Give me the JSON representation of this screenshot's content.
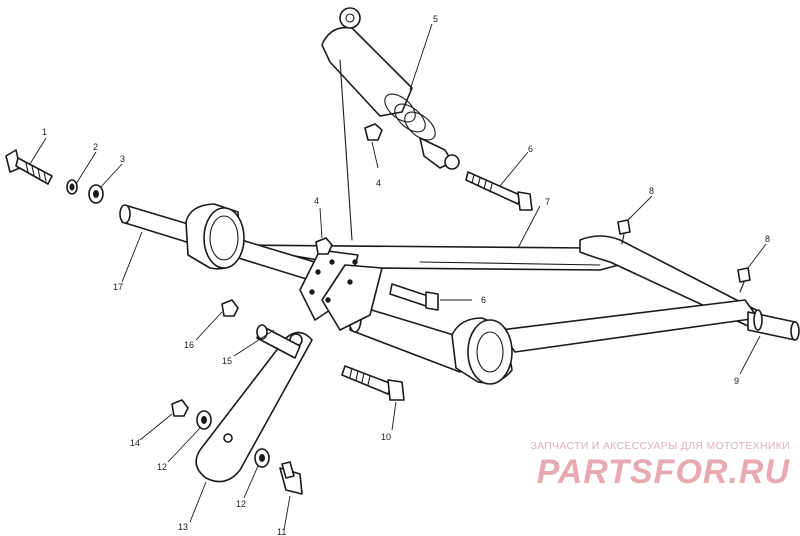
{
  "diagram": {
    "callouts": [
      {
        "id": "c1",
        "text": "1"
      },
      {
        "id": "c2",
        "text": "2"
      },
      {
        "id": "c3",
        "text": "3"
      },
      {
        "id": "c4a",
        "text": "4"
      },
      {
        "id": "c4b",
        "text": "4"
      },
      {
        "id": "c5",
        "text": "5"
      },
      {
        "id": "c6a",
        "text": "6"
      },
      {
        "id": "c6b",
        "text": "6"
      },
      {
        "id": "c7",
        "text": "7"
      },
      {
        "id": "c8a",
        "text": "8"
      },
      {
        "id": "c8b",
        "text": "8"
      },
      {
        "id": "c9",
        "text": "9"
      },
      {
        "id": "c10",
        "text": "10"
      },
      {
        "id": "c11",
        "text": "11"
      },
      {
        "id": "c12a",
        "text": "12"
      },
      {
        "id": "c12b",
        "text": "12"
      },
      {
        "id": "c13",
        "text": "13"
      },
      {
        "id": "c14",
        "text": "14"
      },
      {
        "id": "c15",
        "text": "15"
      },
      {
        "id": "c16",
        "text": "16"
      },
      {
        "id": "c17",
        "text": "17"
      }
    ]
  },
  "watermark": {
    "tagline": "ЗАПЧАСТИ И АКСЕССУАРЫ ДЛЯ МОТОТЕХНИКИ",
    "brand": "PARTSFOR.RU"
  }
}
